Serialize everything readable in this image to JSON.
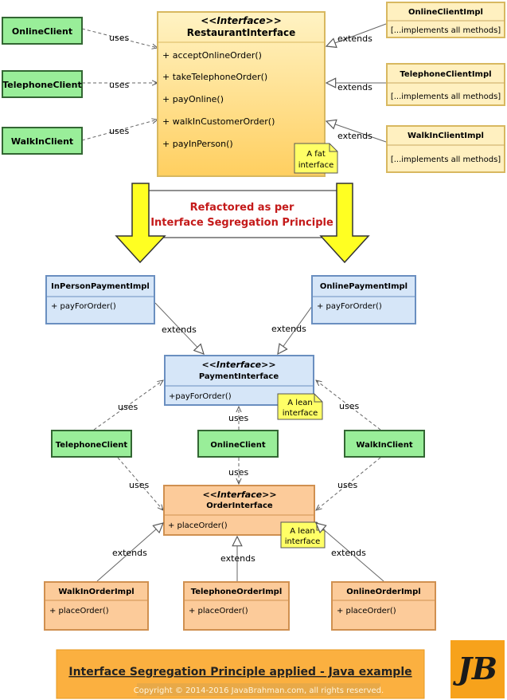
{
  "fat": {
    "interface": {
      "stereotype": "<<Interface>>",
      "name": "RestaurantInterface",
      "methods": [
        "+ acceptOnlineOrder()",
        "+ takeTelephoneOrder()",
        "+ payOnline()",
        "+ walkInCustomerOrder()",
        "+ payInPerson()"
      ]
    },
    "clients": [
      "OnlineClient",
      "TelephoneClient",
      "WalkInClient"
    ],
    "impls": [
      {
        "name": "OnlineClientImpl",
        "body": "[...implements all methods]"
      },
      {
        "name": "TelephoneClientImpl",
        "body": "[...implements all methods]"
      },
      {
        "name": "WalkInClientImpl",
        "body": "[...implements all methods]"
      }
    ],
    "note": [
      "A fat",
      "interface"
    ]
  },
  "labels": {
    "uses": "uses",
    "extends": "extends"
  },
  "refactor": {
    "line1": "Refactored as per",
    "line2": "Interface Segregation Principle"
  },
  "payment": {
    "impls": [
      {
        "name": "InPersonPaymentImpl",
        "method": "+ payForOrder()"
      },
      {
        "name": "OnlinePaymentImpl",
        "method": "+ payForOrder()"
      }
    ],
    "interface": {
      "stereotype": "<<Interface>>",
      "name": "PaymentInterface",
      "method": "+payForOrder()"
    },
    "note": [
      "A lean",
      "interface"
    ]
  },
  "clients": [
    "TelephoneClient",
    "OnlineClient",
    "WalkInClient"
  ],
  "order": {
    "interface": {
      "stereotype": "<<Interface>>",
      "name": "OrderInterface",
      "method": "+ placeOrder()"
    },
    "note": [
      "A lean",
      "interface"
    ],
    "impls": [
      {
        "name": "WalkInOrderImpl",
        "method": "+ placeOrder()"
      },
      {
        "name": "TelephoneOrderImpl",
        "method": "+ placeOrder()"
      },
      {
        "name": "OnlineOrderImpl",
        "method": "+ placeOrder()"
      }
    ]
  },
  "footer": {
    "title": "Interface Segregation Principle applied - Java example",
    "copyright": "Copyright © 2014-2016 JavaBrahman.com, all rights reserved.",
    "logo": "JB"
  },
  "colors": {
    "green": "#99ee99",
    "greenBorder": "#336633",
    "cream": "#fff0c0",
    "creamBorder": "#d8b860",
    "blue": "#d6e6f8",
    "blueBorder": "#6a8fc0",
    "orange": "#fccb9a",
    "orangeBorder": "#d09050",
    "noteYellow": "#ffff66",
    "arrowYellow": "#ffff22",
    "refactorRed": "#c41a1a",
    "footerBg": "#fbb040",
    "logoBg": "#f7a21b"
  }
}
